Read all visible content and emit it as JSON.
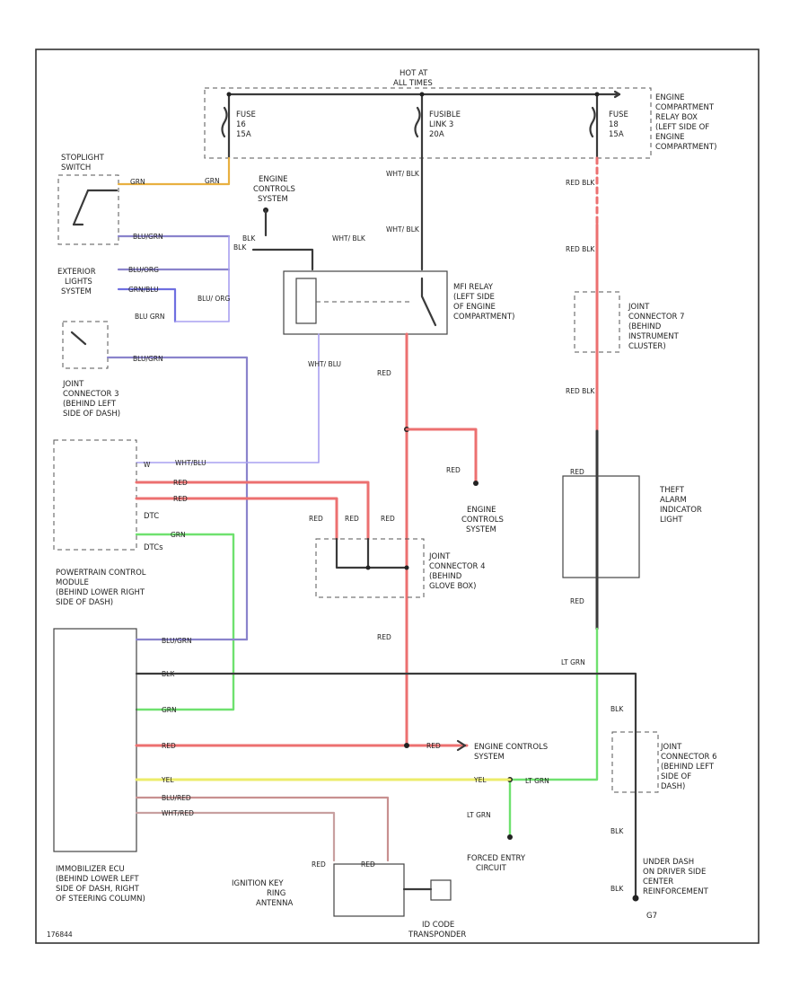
{
  "labels": {
    "hot_at": "HOT AT",
    "all_times": "ALL TIMES",
    "fuse_left_1": "FUSE",
    "fuse_left_2": "16",
    "fuse_left_3": "15A",
    "fusible_1": "FUSIBLE",
    "fusible_2": "LINK 3",
    "fusible_3": "20A",
    "fuse_right_1": "FUSE",
    "fuse_right_2": "18",
    "fuse_right_3": "15A",
    "relay_box_1": "ENGINE",
    "relay_box_2": "COMPARTMENT",
    "relay_box_3": "RELAY BOX",
    "relay_box_4": "(LEFT SIDE OF",
    "relay_box_5": "ENGINE",
    "relay_box_6": "COMPARTMENT)",
    "stoplight_1": "STOPLIGHT",
    "stoplight_2": "SWITCH",
    "grn_wire": "GRN",
    "blu_grn": "BLU/GRN",
    "ecs_top_1": "ENGINE",
    "ecs_top_2": "CONTROLS",
    "ecs_top_3": "SYSTEM",
    "wht_blk_left": "WHT/\nBLK",
    "wht_blk_mid": "WHT/\nBLK",
    "wht_blk_right": "WHT/\nBLK",
    "blk_a": "BLK",
    "ext_lights_1": "EXTERIOR",
    "ext_lights_2": "LIGHTS",
    "ext_lights_3": "SYSTEM",
    "blu_org": "BLU/ORG",
    "grn_blu": "GRN/BLU",
    "blu_grn_small": "BLU\nGRN",
    "blu_org_small": "BLU/\nORG",
    "mfi_relay_1": "MFI RELAY",
    "mfi_relay_2": "(LEFT SIDE",
    "mfi_relay_3": "OF ENGINE",
    "mfi_relay_4": "COMPARTMENT)",
    "wht_blu": "WHT/\nBLU",
    "red_a": "RED\nBLK",
    "red_b": "RED\nBLK",
    "red_c": "RED\nBLK",
    "joint7_1": "JOINT",
    "joint7_2": "CONNECTOR 7",
    "joint7_3": "(BEHIND",
    "joint7_4": "INSTRUMENT",
    "joint7_5": "CLUSTER)",
    "joint3_1": "JOINT",
    "joint3_2": "CONNECTOR 3",
    "joint3_3": "(BEHIND LEFT",
    "joint3_4": "SIDE OF DASH)",
    "pin_w": "W",
    "wht_blu2": "WHT/BLU",
    "red_pin1": "RED",
    "red_pin2": "RED",
    "dtc": "DTC",
    "grn_pin": "GRN",
    "dtcs": "DTCs",
    "red_mid": "RED",
    "red_r1": "RED",
    "red_r2": "RED",
    "red_r3": "RED",
    "ecs_mid_1": "ENGINE",
    "ecs_mid_2": "CONTROLS",
    "ecs_mid_3": "SYSTEM",
    "joint4_1": "JOINT",
    "joint4_2": "CONNECTOR 4",
    "joint4_3": "(BEHIND",
    "joint4_4": "GLOVE BOX)",
    "theft_1": "THEFT",
    "theft_2": "ALARM",
    "theft_3": "INDICATOR",
    "theft_4": "LIGHT",
    "red_t": "RED",
    "red_b2": "RED",
    "pcm_1": "POWERTRAIN CONTROL",
    "pcm_2": "MODULE",
    "pcm_3": "(BEHIND LOWER RIGHT",
    "pcm_4": "SIDE OF DASH)",
    "red_pcm": "RED",
    "lt_grn_top": "LT GRN",
    "blu_grn_pcm": "BLU/GRN",
    "blk_pcm": "BLK",
    "grn_pcm": "GRN",
    "red_pcm2": "RED",
    "yel_pcm": "YEL",
    "blu_red": "BLU/RED",
    "wht_red": "WHT/RED",
    "ecs_low_1": "ENGINE CONTROLS",
    "ecs_low_2": "SYSTEM",
    "yel_low": "YEL",
    "lt_grn_low": "LT GRN",
    "lt_grn_left": "LT GRN",
    "forced_1": "FORCED ENTRY",
    "forced_2": "CIRCUIT",
    "blk_right": "BLK",
    "joint6_1": "JOINT",
    "joint6_2": "CONNECTOR 6",
    "joint6_3": "(BEHIND LEFT",
    "joint6_4": "SIDE OF",
    "joint6_5": "DASH)",
    "blk_r2": "BLK",
    "blk_r3": "BLK",
    "ground_1": "UNDER DASH",
    "ground_2": "ON DRIVER SIDE",
    "ground_3": "CENTER",
    "ground_4": "REINFORCEMENT",
    "g_num": "G7",
    "imm_1": "IMMOBILIZER ECU",
    "imm_2": "(BEHIND LOWER LEFT",
    "imm_3": "SIDE OF DASH, RIGHT",
    "imm_4": "OF STEERING COLUMN)",
    "ign_1": "IGNITION KEY",
    "ign_2": "RING",
    "ign_3": "ANTENNA",
    "red_ant1": "RED",
    "red_ant2": "RED",
    "idcode_1": "ID CODE",
    "idcode_2": "TRANSPONDER",
    "ref": "176844"
  }
}
